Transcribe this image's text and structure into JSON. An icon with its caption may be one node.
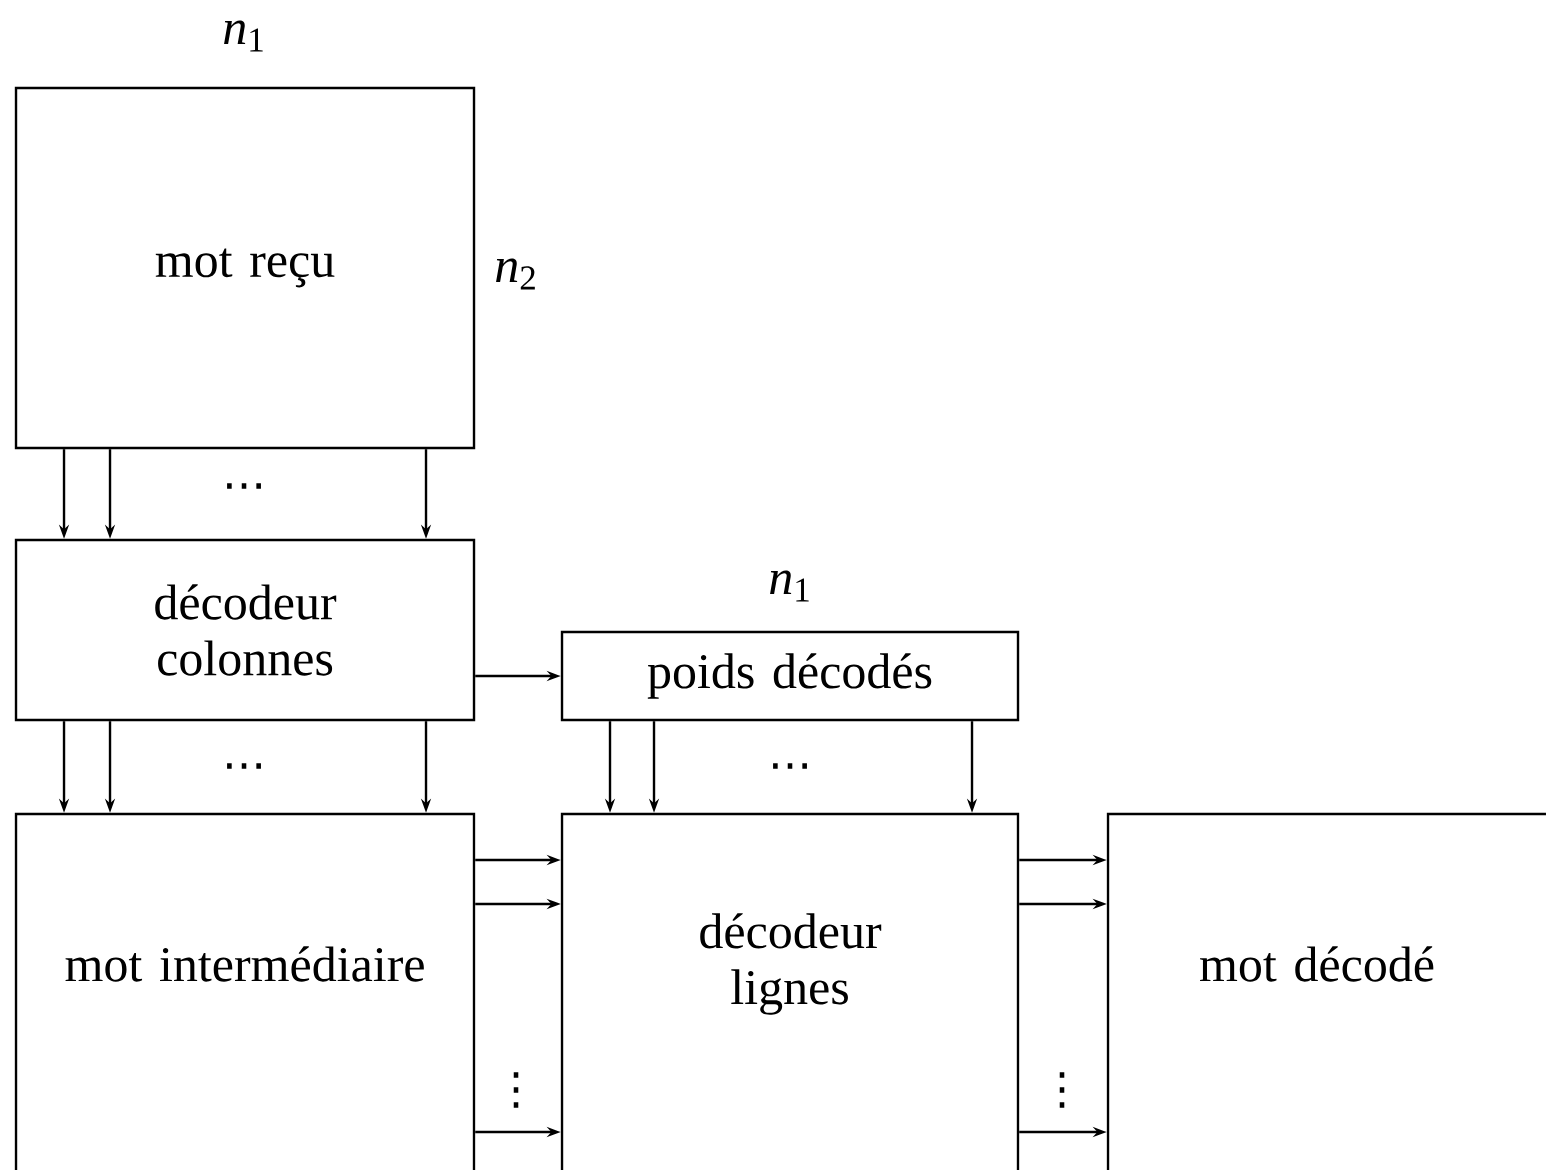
{
  "diagram": {
    "nodes": [
      {
        "text": [
          "mot reçu"
        ],
        "beside": [
          "*n*$_{1}$",
          "*n*$_{2}$"
        ]
      },
      {
        "text": [
          "décodeur colonnes"
        ]
      },
      {
        "text": [
          "poids décodés"
        ],
        "beside": [
          "*n*$_{1}$"
        ]
      },
      {
        "text": [
          "mot intermédiaire"
        ]
      },
      {
        "text": [
          "décodeur lignes"
        ]
      },
      {
        "text": [
          "mot décodé"
        ]
      }
    ],
    "edges": [
      {
        "from": 0,
        "to": 1,
        "arrow": "to"
      },
      {
        "from": 0,
        "to": 1,
        "arrow": "to"
      },
      {
        "from": 0,
        "to": 1,
        "arrow": "to"
      },
      {
        "from": 1,
        "to": 2,
        "arrow": "to"
      },
      {
        "from": 1,
        "to": 3,
        "arrow": "to"
      },
      {
        "from": 1,
        "to": 3,
        "arrow": "to"
      },
      {
        "from": 1,
        "to": 3,
        "arrow": "to"
      },
      {
        "from": 2,
        "to": 4,
        "arrow": "to"
      },
      {
        "from": 2,
        "to": 4,
        "arrow": "to"
      },
      {
        "from": 2,
        "to": 4,
        "arrow": "to"
      },
      {
        "from": 3,
        "to": 4,
        "arrow": "to"
      },
      {
        "from": 3,
        "to": 4,
        "arrow": "to"
      },
      {
        "from": 3,
        "to": 4,
        "arrow": "to"
      },
      {
        "from": 4,
        "to": 5,
        "arrow": "to"
      },
      {
        "from": 4,
        "to": 5,
        "arrow": "to"
      },
      {
        "from": 4,
        "to": 5,
        "arrow": "to"
      }
    ],
    "labels": [
      "…",
      "…",
      "…",
      "⋮",
      "⋮"
    ]
  }
}
